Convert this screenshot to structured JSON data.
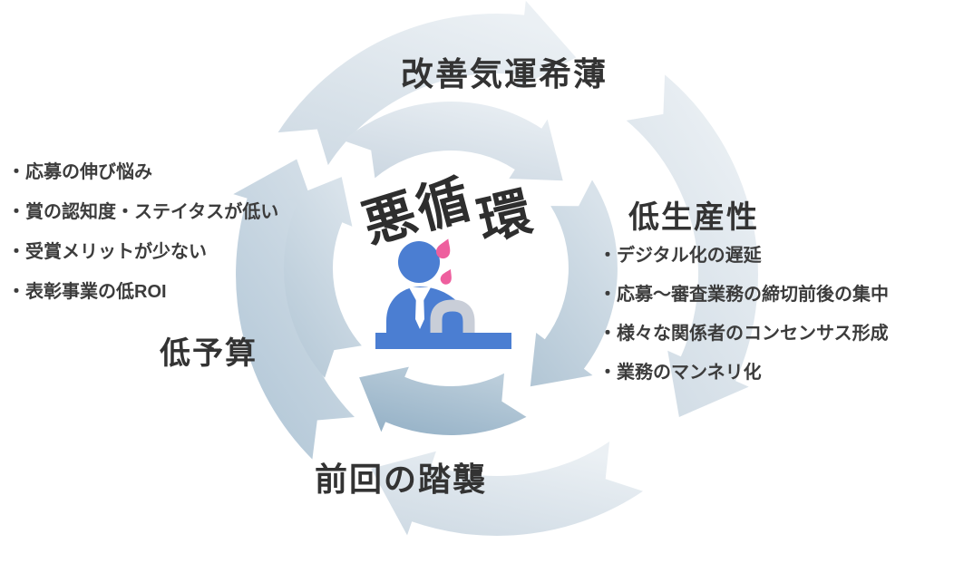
{
  "diagram": {
    "center_text": "悪循環",
    "center_chars": [
      "悪",
      "循",
      "環"
    ],
    "cycle_labels": {
      "top": "改善気運希薄",
      "right": "低生産性",
      "bottom": "前回の踏襲",
      "left": "低予算"
    },
    "left_items": [
      "・応募の伸び悩み",
      "・賞の認知度・ステイタスが低い",
      "・受賞メリットが少ない",
      "・表彰事業の低ROI"
    ],
    "right_items": [
      "・デジタル化の遅延",
      "・応募～審査業務の締切前後の集中",
      "・様々な関係者のコンセンサス形成",
      "・業務のマンネリ化"
    ],
    "icons": {
      "center_person": "worried-person-at-desk-icon",
      "arrows": "clockwise-cycle-arrows"
    },
    "colors": {
      "text": "#333333",
      "bullet_text": "#3c3c3c",
      "person_blue": "#4b7ed2",
      "sweat_pink": "#ee5f9e",
      "arm_gray": "#c9ced8",
      "arrow_light_1": "#cdd9e3",
      "arrow_light_2": "#ebf0f4",
      "arrow_medium_1": "#aec4d5",
      "arrow_medium_2": "#d3dee7",
      "arrow_inner_light_1": "#c9d5e0",
      "arrow_inner_light_2": "#e7edf2",
      "arrow_inner_med_1": "#b2c6d5",
      "arrow_inner_med_2": "#d8e2ea",
      "arrow_inner_dark_1": "#92afc5",
      "arrow_inner_dark_2": "#bccedb"
    }
  }
}
